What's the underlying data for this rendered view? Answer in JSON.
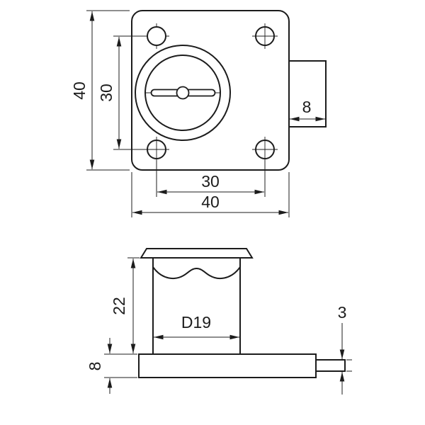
{
  "drawing": {
    "colors": {
      "line": "#1c1c1c",
      "background": "#ffffff"
    },
    "front_view": {
      "dim_overall_height": "40",
      "dim_hole_spacing_vertical": "30",
      "dim_hole_spacing_horizontal": "30",
      "dim_overall_width": "40",
      "dim_tab_width": "8"
    },
    "side_view": {
      "dim_body_height": "22",
      "dim_body_diameter": "D19",
      "dim_plate_thickness": "8",
      "dim_bolt_thickness": "3"
    }
  }
}
